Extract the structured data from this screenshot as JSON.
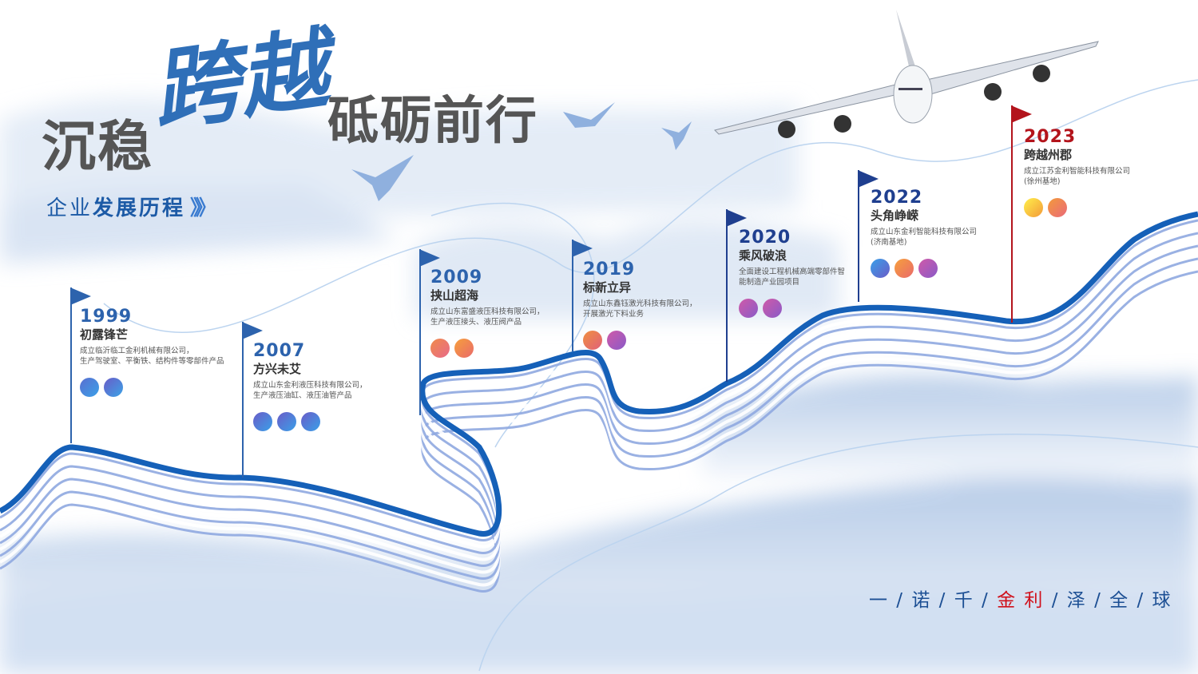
{
  "title": {
    "left": "沉稳",
    "brush": "跨越",
    "right": "砥砺前行"
  },
  "subtitle": {
    "prefix": "企业",
    "bold": "发展历程",
    "chevrons": "》》"
  },
  "milestones": [
    {
      "year": "1999",
      "heading": "初露锋芒",
      "desc": [
        "成立临沂临工金利机械有限公司，",
        "生产驾驶室、平衡铁、结构件等零部件产品"
      ],
      "color": "#2d63ad"
    },
    {
      "year": "2007",
      "heading": "方兴未艾",
      "desc": [
        "成立山东金利液压科技有限公司，",
        "生产液压油缸、液压油管产品"
      ],
      "color": "#2d63ad"
    },
    {
      "year": "2009",
      "heading": "挟山超海",
      "desc": [
        "成立山东富盛液压科技有限公司，",
        "生产液压接头、液压阀产品"
      ],
      "color": "#2d63ad"
    },
    {
      "year": "2019",
      "heading": "标新立异",
      "desc": [
        "成立山东鑫钰激光科技有限公司，",
        "开展激光下料业务"
      ],
      "color": "#2d63ad"
    },
    {
      "year": "2020",
      "heading": "乘风破浪",
      "desc": [
        "全面建设工程机械高端零部件智",
        "能制造产业园项目"
      ],
      "color": "#1f3f8f"
    },
    {
      "year": "2022",
      "heading": "头角峥嵘",
      "desc": [
        "成立山东金利智能科技有限公司",
        "(济南基地)"
      ],
      "color": "#1f3f8f"
    },
    {
      "year": "2023",
      "heading": "跨越州郡",
      "desc": [
        "成立江苏金利智能科技有限公司",
        "(徐州基地)"
      ],
      "color": "#b3141c"
    }
  ],
  "slogan": {
    "p1": "一 / 诺 / 千 / ",
    "red": "金  利",
    "p2": " / 泽 / 全 / 球"
  }
}
